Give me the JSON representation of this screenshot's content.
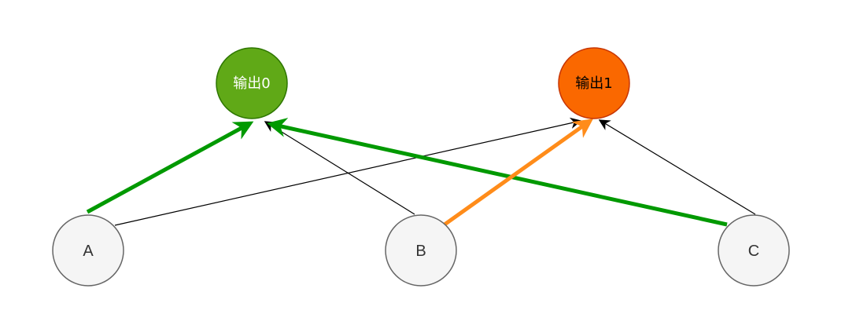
{
  "nodes": {
    "output0": {
      "label": "输出0",
      "fill": "#60a917",
      "stroke": "#2d7600",
      "text_color": "#ffffff"
    },
    "output1": {
      "label": "输出1",
      "fill": "#fa6800",
      "stroke": "#c73500",
      "text_color": "#000000"
    },
    "a": {
      "label": "A",
      "fill": "#f5f5f5",
      "stroke": "#666666",
      "text_color": "#333333"
    },
    "b": {
      "label": "B",
      "fill": "#f5f5f5",
      "stroke": "#666666",
      "text_color": "#333333"
    },
    "c": {
      "label": "C",
      "fill": "#f5f5f5",
      "stroke": "#666666",
      "text_color": "#333333"
    }
  },
  "edges": [
    {
      "from": "a",
      "to": "output0",
      "color": "#009900",
      "style": "highlight"
    },
    {
      "from": "a",
      "to": "output1",
      "color": "#000000",
      "style": "thin"
    },
    {
      "from": "b",
      "to": "output0",
      "color": "#000000",
      "style": "thin"
    },
    {
      "from": "b",
      "to": "output1",
      "color": "#ff8c1a",
      "style": "highlight"
    },
    {
      "from": "c",
      "to": "output0",
      "color": "#009900",
      "style": "highlight"
    },
    {
      "from": "c",
      "to": "output1",
      "color": "#000000",
      "style": "thin"
    }
  ]
}
